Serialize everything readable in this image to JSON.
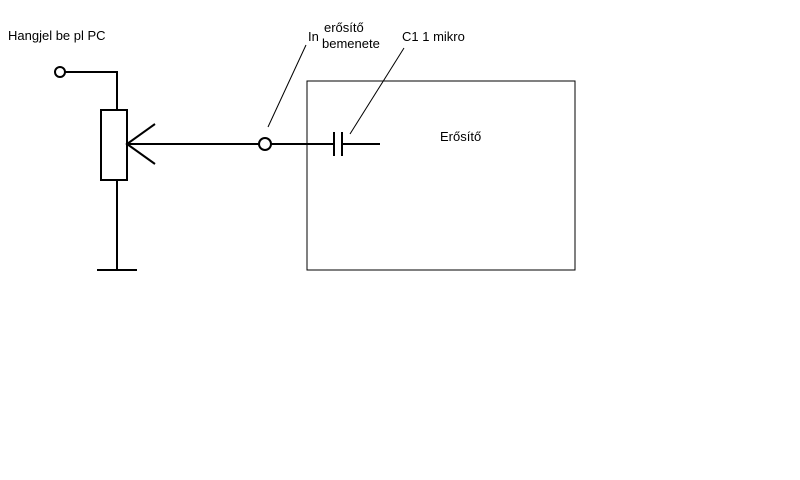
{
  "labels": {
    "source": "Hangjel be pl PC",
    "input_prefix": "In",
    "input_line1": "erősítő",
    "input_line2": "bemenete",
    "capacitor": "C1 1 mikro",
    "amplifier": "Erősítő"
  },
  "colors": {
    "ink": "#000000",
    "background": "#ffffff"
  }
}
